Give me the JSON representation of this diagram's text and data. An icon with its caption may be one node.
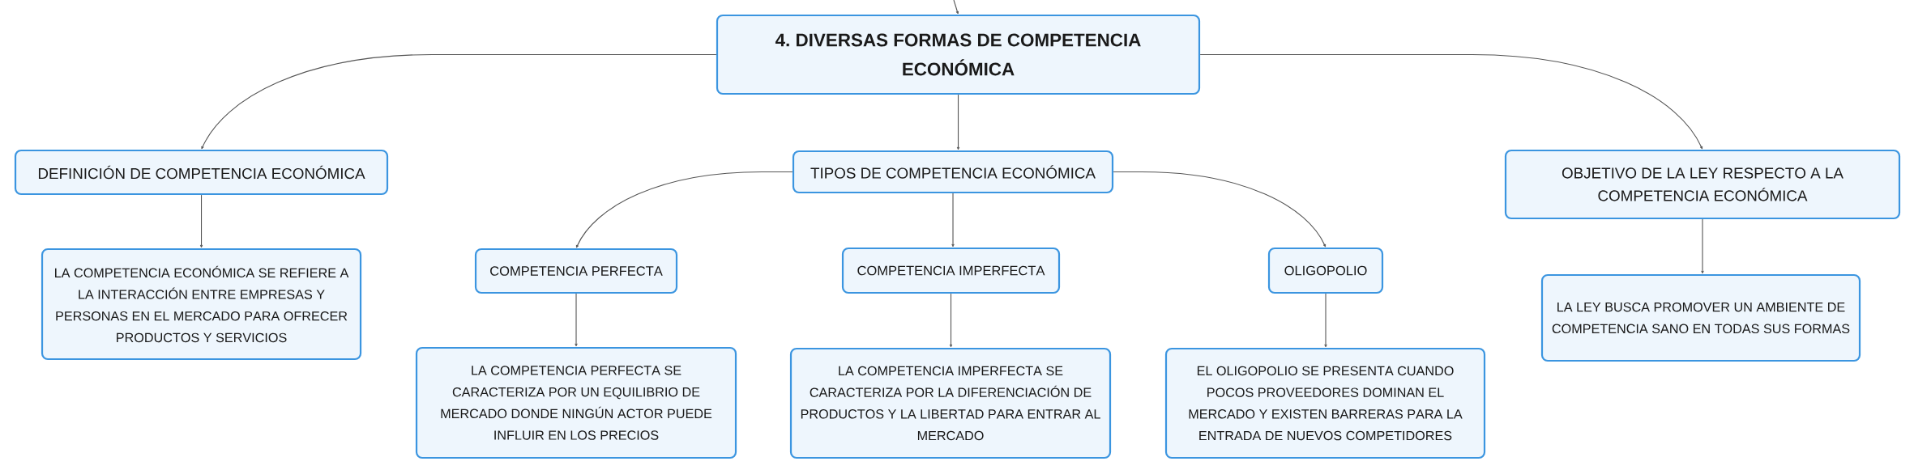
{
  "diagram": {
    "nodes": [
      {
        "text": [
          "4. DIVERSAS FORMAS DE COMPETENCIA ECONÓMICA"
        ]
      },
      {
        "text": [
          "DEFINICIÓN DE COMPETENCIA ECONÓMICA"
        ]
      },
      {
        "text": [
          "LA COMPETENCIA ECONÓMICA SE REFIERE A LA INTERACCIÓN ENTRE EMPRESAS Y PERSONAS EN EL MERCADO PARA OFRECER PRODUCTOS Y SERVICIOS"
        ]
      },
      {
        "text": [
          "TIPOS DE COMPETENCIA ECONÓMICA"
        ]
      },
      {
        "text": [
          "COMPETENCIA PERFECTA"
        ]
      },
      {
        "text": [
          "LA COMPETENCIA PERFECTA SE CARACTERIZA POR UN EQUILIBRIO DE MERCADO DONDE NINGÚN ACTOR PUEDE INFLUIR EN LOS PRECIOS"
        ]
      },
      {
        "text": [
          "COMPETENCIA IMPERFECTA"
        ]
      },
      {
        "text": [
          "LA COMPETENCIA IMPERFECTA SE CARACTERIZA POR LA DIFERENCIACIÓN DE PRODUCTOS Y LA LIBERTAD PARA ENTRAR AL MERCADO"
        ]
      },
      {
        "text": [
          "OLIGOPOLIO"
        ]
      },
      {
        "text": [
          "EL OLIGOPOLIO SE PRESENTA CUANDO POCOS PROVEEDORES DOMINAN EL MERCADO Y EXISTEN BARRERAS PARA LA ENTRADA DE NUEVOS COMPETIDORES"
        ]
      },
      {
        "text": [
          "OBJETIVO DE LA LEY RESPECTO A LA COMPETENCIA ECONÓMICA"
        ]
      },
      {
        "text": [
          "LA LEY BUSCA PROMOVER UN AMBIENTE DE COMPETENCIA SANO EN TODAS SUS FORMAS"
        ]
      }
    ],
    "edges": [
      {
        "from": null,
        "to": 0,
        "arrow": "to"
      },
      {
        "from": 0,
        "to": 1,
        "arrow": "to"
      },
      {
        "from": 0,
        "to": 3,
        "arrow": "to"
      },
      {
        "from": 0,
        "to": 10,
        "arrow": "to"
      },
      {
        "from": 1,
        "to": 2,
        "arrow": "to"
      },
      {
        "from": 3,
        "to": 4,
        "arrow": "to"
      },
      {
        "from": 3,
        "to": 6,
        "arrow": "to"
      },
      {
        "from": 3,
        "to": 8,
        "arrow": "to"
      },
      {
        "from": 4,
        "to": 5,
        "arrow": "to"
      },
      {
        "from": 6,
        "to": 7,
        "arrow": "to"
      },
      {
        "from": 8,
        "to": 9,
        "arrow": "to"
      },
      {
        "from": 10,
        "to": 11,
        "arrow": "to"
      }
    ]
  }
}
